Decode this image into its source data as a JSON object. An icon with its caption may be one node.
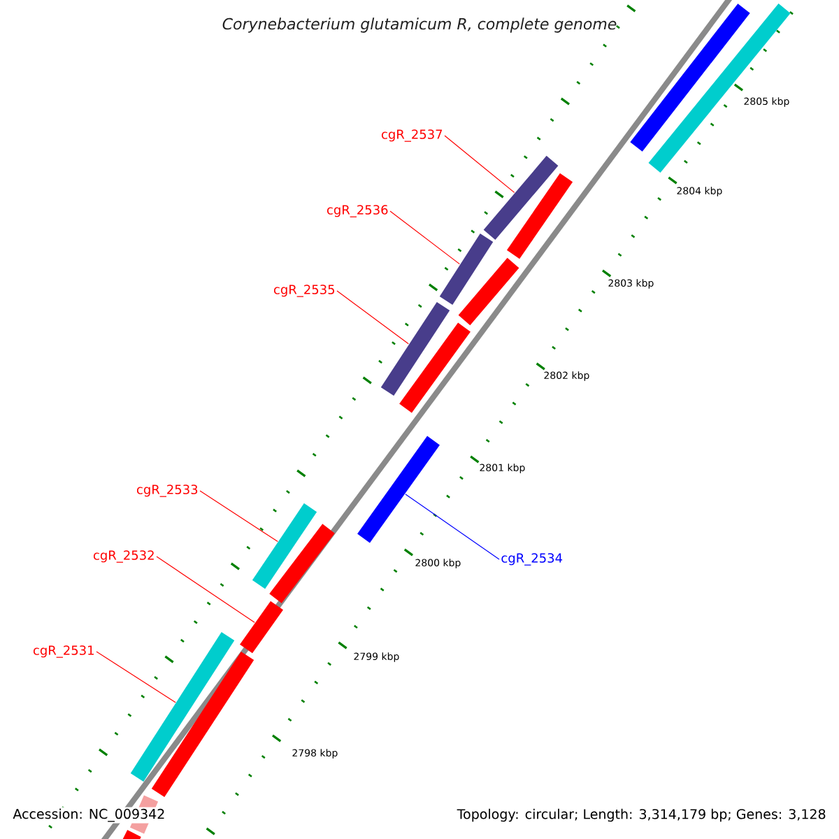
{
  "diagram": {
    "title": "Corynebacterium glutamicum R, complete genome",
    "nodes": [
      {
        "text": [
          "cgR_2537"
        ]
      },
      {
        "text": [],
        "shape": "bar"
      },
      {
        "text": [
          "cgR_2536"
        ]
      },
      {
        "text": [],
        "shape": "bar"
      },
      {
        "text": [
          "cgR_2535"
        ]
      },
      {
        "text": [],
        "shape": "bar"
      },
      {
        "text": [
          "cgR_2533"
        ]
      },
      {
        "text": [],
        "shape": "bar"
      },
      {
        "text": [
          "cgR_2534"
        ]
      },
      {
        "text": [],
        "shape": "bar"
      },
      {
        "text": [
          "cgR_2532"
        ]
      },
      {
        "text": [],
        "shape": "bar"
      },
      {
        "text": [
          "cgR_2531"
        ]
      },
      {
        "text": [],
        "shape": "bar"
      },
      {
        "text": [],
        "shape": "bar"
      },
      {
        "text": [],
        "shape": "bar"
      },
      {
        "text": [],
        "shape": "bar"
      },
      {
        "text": [],
        "shape": "bar"
      },
      {
        "text": [],
        "shape": "bar"
      },
      {
        "text": [],
        "shape": "bar"
      },
      {
        "text": [],
        "shape": "bar"
      },
      {
        "text": [],
        "shape": "bar"
      },
      {
        "text": [],
        "shape": "bar"
      }
    ],
    "edges": [
      {
        "from": 0,
        "to": 1,
        "arrow": "none"
      },
      {
        "from": 2,
        "to": 3,
        "arrow": "none"
      },
      {
        "from": 4,
        "to": 5,
        "arrow": "none"
      },
      {
        "from": 6,
        "to": 7,
        "arrow": "none"
      },
      {
        "from": 8,
        "to": 9,
        "arrow": "none",
        "color": "#0000ff"
      },
      {
        "from": 10,
        "to": 11,
        "arrow": "none"
      },
      {
        "from": 12,
        "to": 13,
        "arrow": "none"
      }
    ],
    "labels": [
      "2805 kbp",
      "2804 kbp",
      "2803 kbp",
      "2802 kbp",
      "2801 kbp",
      "2800 kbp",
      "2799 kbp",
      "2798 kbp",
      "Accession: NC_009342",
      "Topology: circular; Length: 3,314,179 bp; Genes: 3,128"
    ]
  }
}
